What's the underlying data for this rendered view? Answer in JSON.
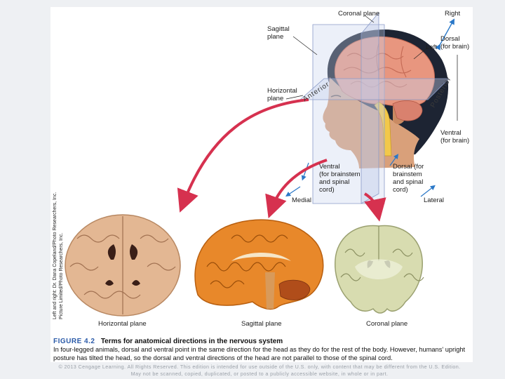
{
  "labels": {
    "coronal_plane": "Coronal plane",
    "right": "Right",
    "sagittal_plane": "Sagittal\nplane",
    "dorsal_brain": "Dorsal\n(for brain)",
    "left": "Left",
    "horizontal_plane": "Horizontal\nplane",
    "anterior": "Anterior",
    "posterior": "Posterior",
    "ventral_brain": "Ventral\n(for brain)",
    "ventral_brainstem": "Ventral\n(for brainstem\nand spinal\ncord)",
    "dorsal_brainstem": "Dorsal (for\nbrainstem\nand spinal\ncord)",
    "medial": "Medial",
    "lateral": "Lateral"
  },
  "photo_labels": {
    "horizontal": "Horizontal plane",
    "sagittal": "Sagittal plane",
    "coronal": "Coronal plane"
  },
  "credit": "Left and right: Dr. Dana Copeland/Photo Researchers, Inc.\nPicture Limited/Photo Researchers, Inc.",
  "caption": {
    "figure_number": "FIGURE 4.2",
    "title": "Terms for anatomical directions in the nervous system",
    "body": "In four-legged animals, dorsal and ventral point in the same direction for the head as they do for the rest of the body. However, humans' upright posture has tilted the head, so the dorsal and ventral directions of the head are not parallel to those of the spinal cord."
  },
  "footer": "© 2013 Cengage Learning. All Rights Reserved. This edition is intended for use outside of the U.S. only, with content that may be different from the U.S. Edition. May not be scanned, copied, duplicated, or posted to a publicly accessible website, in whole or in part.",
  "colors": {
    "arrow_red": "#d6314f",
    "blue_arrow": "#2a78c8",
    "plane_fill": "#c9d3ee",
    "brain_pink": "#e8967f",
    "skin": "#d9a07a",
    "hair": "#1d2433",
    "spinal_cord": "#f2c84a"
  }
}
